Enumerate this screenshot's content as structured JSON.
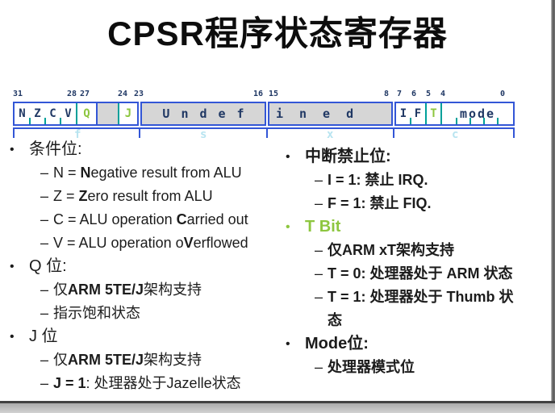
{
  "title": "CPSR程序状态寄存器",
  "register": {
    "bit_numbers": [
      "31",
      "28",
      "27",
      "24",
      "23",
      "16",
      "15",
      "8",
      "7",
      "6",
      "5",
      "4",
      "0"
    ],
    "flag_letters": [
      "N",
      "Z",
      "C",
      "V"
    ],
    "q": "Q",
    "j": "J",
    "i_flag": "I",
    "f_flag": "F",
    "t_flag": "T",
    "mode_label": "mode",
    "undef_left": "Undef",
    "undef_right": "ined",
    "section_labels": [
      "f",
      "s",
      "x",
      "c"
    ],
    "colors": {
      "border_blue": "#3356d6",
      "divider_teal": "#00a09a",
      "accent_green": "#8dc63f",
      "field_gray": "#d6d6d6",
      "letter_navy": "#203864",
      "section_label_cyan": "#b8e4f0"
    }
  },
  "left_column": {
    "rows": [
      {
        "kind": "bullet",
        "marker": "•",
        "segments": [
          {
            "t": "条件位:"
          }
        ]
      },
      {
        "kind": "sub",
        "marker": "–",
        "segments": [
          {
            "t": "N = "
          },
          {
            "t": "N",
            "b": true
          },
          {
            "t": "egative result from ALU"
          }
        ]
      },
      {
        "kind": "sub",
        "marker": "–",
        "segments": [
          {
            "t": "Z = "
          },
          {
            "t": "Z",
            "b": true
          },
          {
            "t": "ero result from ALU"
          }
        ]
      },
      {
        "kind": "sub",
        "marker": "–",
        "segments": [
          {
            "t": "C = ALU operation "
          },
          {
            "t": "C",
            "b": true
          },
          {
            "t": "arried out"
          }
        ]
      },
      {
        "kind": "sub",
        "marker": "–",
        "segments": [
          {
            "t": "V = ALU operation o"
          },
          {
            "t": "V",
            "b": true
          },
          {
            "t": "erflowed"
          }
        ]
      },
      {
        "kind": "bullet",
        "marker": "•",
        "segments": [
          {
            "t": "Q 位:"
          }
        ]
      },
      {
        "kind": "sub",
        "marker": "–",
        "segments": [
          {
            "t": "仅"
          },
          {
            "t": "ARM 5TE/J",
            "b": true
          },
          {
            "t": "架构支持"
          }
        ]
      },
      {
        "kind": "sub",
        "marker": "–",
        "segments": [
          {
            "t": "指示饱和状态"
          }
        ]
      },
      {
        "kind": "bullet",
        "marker": "•",
        "segments": [
          {
            "t": "J 位"
          }
        ]
      },
      {
        "kind": "sub",
        "marker": "–",
        "segments": [
          {
            "t": "仅"
          },
          {
            "t": "ARM 5TE/J",
            "b": true
          },
          {
            "t": "架构支持"
          }
        ]
      },
      {
        "kind": "sub",
        "marker": "–",
        "segments": [
          {
            "t": "J = 1",
            "b": true
          },
          {
            "t": ":  处理器处于Jazelle状态"
          }
        ]
      }
    ]
  },
  "right_column": {
    "rows": [
      {
        "kind": "bullet",
        "marker": "•",
        "segments": [
          {
            "t": "中断禁止位:",
            "b": true
          }
        ]
      },
      {
        "kind": "sub",
        "marker": "–",
        "segments": [
          {
            "t": "I = 1: 禁止  IRQ.",
            "b": true
          }
        ]
      },
      {
        "kind": "sub",
        "marker": "–",
        "segments": [
          {
            "t": "F = 1: 禁止  FIQ.",
            "b": true
          }
        ]
      },
      {
        "kind": "bullet",
        "marker": "•",
        "color": "#8dc63f",
        "segments": [
          {
            "t": "T Bit",
            "b": true
          }
        ]
      },
      {
        "kind": "sub",
        "marker": "–",
        "segments": [
          {
            "t": "仅",
            "b": true
          },
          {
            "t": "ARM xT",
            "b": true
          },
          {
            "t": "架构支持",
            "b": true
          }
        ]
      },
      {
        "kind": "sub",
        "marker": "–",
        "segments": [
          {
            "t": "T = 0:",
            "b": true
          },
          {
            "t": " 处理器处于 ",
            "b": true
          },
          {
            "t": "ARM",
            "b": true
          },
          {
            "t": " 状态",
            "b": true
          }
        ]
      },
      {
        "kind": "sub",
        "marker": "–",
        "segments": [
          {
            "t": "T = 1:",
            "b": true
          },
          {
            "t": " 处理器处于 ",
            "b": true
          },
          {
            "t": "Thumb",
            "b": true
          },
          {
            "t": " 状",
            "b": true
          },
          {
            "br": true
          },
          {
            "t": "态",
            "b": true
          }
        ]
      },
      {
        "kind": "bullet",
        "marker": "•",
        "segments": [
          {
            "t": "Mode",
            "b": true
          },
          {
            "t": "位:",
            "b": true
          }
        ]
      },
      {
        "kind": "sub",
        "marker": "–",
        "segments": [
          {
            "t": "处理器模式位",
            "b": true
          }
        ]
      }
    ]
  }
}
